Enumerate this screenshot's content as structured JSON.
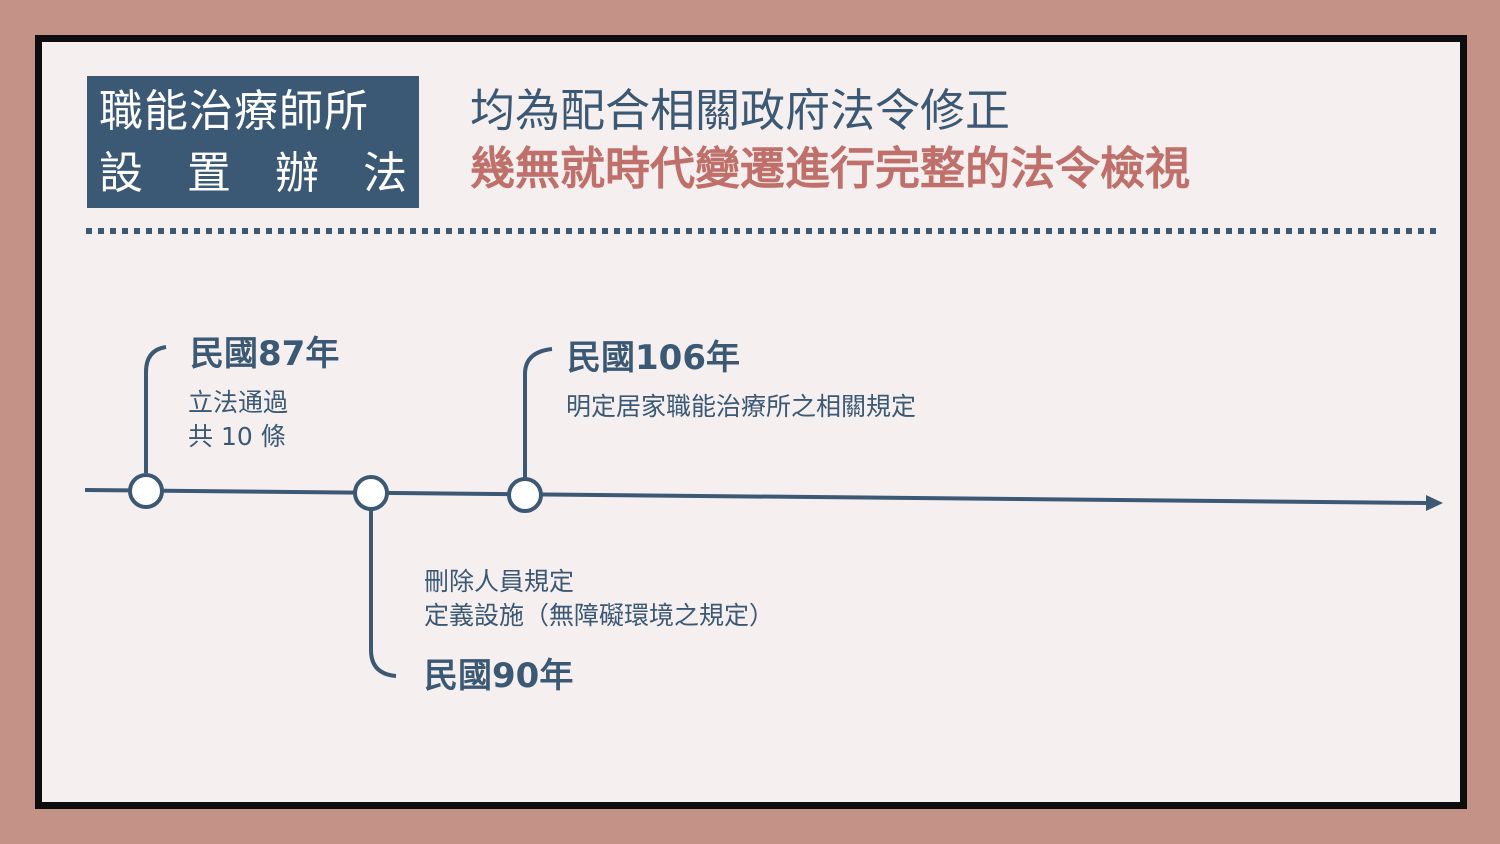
{
  "header": {
    "title_line1": "職能治療師所",
    "title_line2_chars": [
      "設",
      "置",
      "辦",
      "法"
    ],
    "subtitle_line1": "均為配合相關政府法令修正",
    "subtitle_line2": "幾無就時代變遷進行完整的法令檢視"
  },
  "timeline": {
    "events": [
      {
        "year": "民國87年",
        "desc_lines": [
          "立法通過",
          "共 10 條"
        ]
      },
      {
        "year": "民國90年",
        "desc_lines": [
          "刪除人員規定",
          "定義設施（無障礙環境之規定）"
        ]
      },
      {
        "year": "民國106年",
        "desc_lines": [
          "明定居家職能治療所之相關規定"
        ]
      }
    ]
  },
  "colors": {
    "frame": "#c49287",
    "slide_bg": "#f5f0ef",
    "navy": "#3b5874",
    "accent": "#c0706a"
  }
}
